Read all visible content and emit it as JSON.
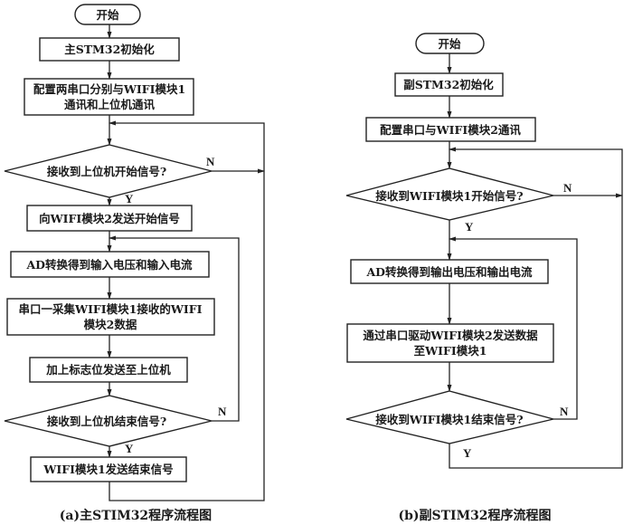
{
  "left": {
    "start": "开始",
    "init": "主STM32初始化",
    "config_line1": "配置两串口分别与WIFI模块1",
    "config_line2": "通讯和上位机通讯",
    "decision_start": "接收到上位机开始信号?",
    "send_start": "向WIFI模块2发送开始信号",
    "ad_convert": "AD转换得到输入电压和输入电流",
    "collect_line1": "串口一采集WIFI模块1接收的WIFI",
    "collect_line2": "模块2数据",
    "add_flag": "加上标志位发送至上位机",
    "decision_end": "接收到上位机结束信号?",
    "send_end": "WIFI模块1发送结束信号",
    "yes": "Y",
    "no": "N",
    "caption": "(a)主STIM32程序流程图"
  },
  "right": {
    "start": "开始",
    "init": "副STM32初始化",
    "config": "配置串口与WIFI模块2通讯",
    "decision_start": "接收到WIFI模块1开始信号?",
    "ad_convert": "AD转换得到输出电压和输出电流",
    "send_line1": "通过串口驱动WIFI模块2发送数据",
    "send_line2": "至WIFI模块1",
    "decision_end": "接收到WIFI模块1结束信号?",
    "yes": "Y",
    "no": "N",
    "caption": "(b)副STIM32程序流程图"
  }
}
